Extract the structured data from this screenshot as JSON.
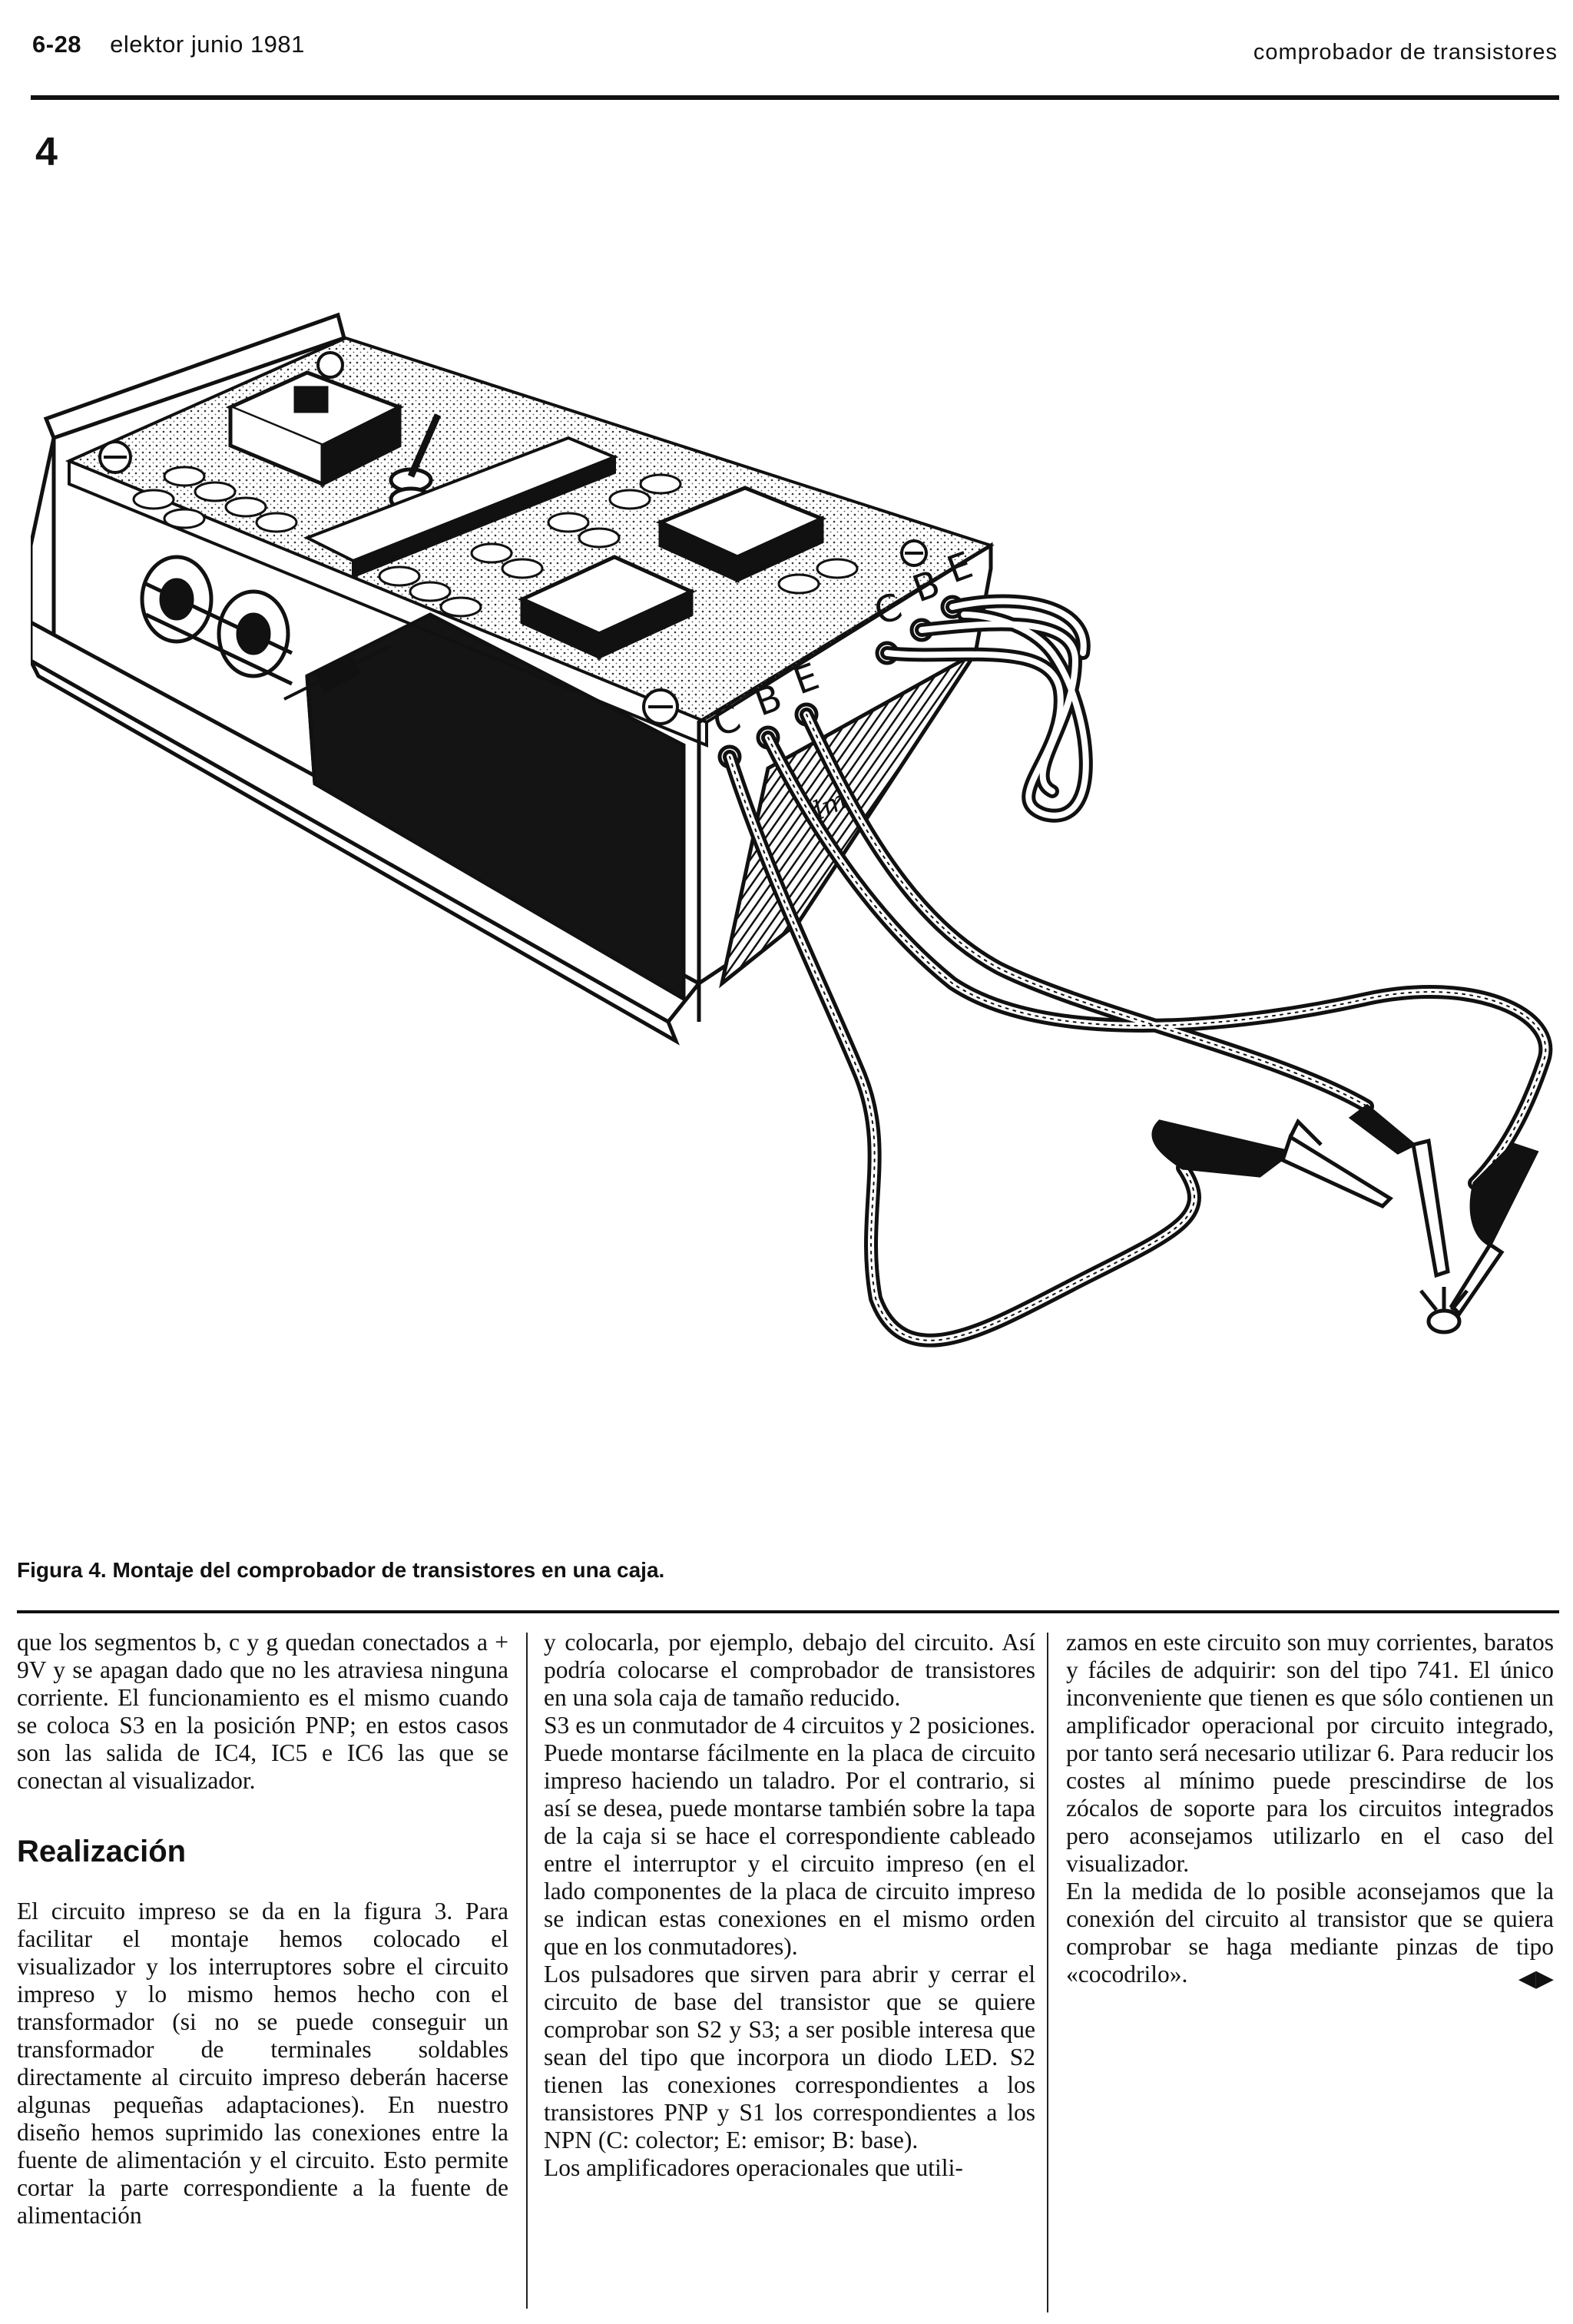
{
  "header": {
    "page_number": "6-28",
    "magazine": "elektor junio 1981",
    "section": "comprobador de transistores"
  },
  "figure": {
    "number": "4",
    "terminal_labels_left": [
      "C",
      "B",
      "E"
    ],
    "terminal_labels_right": [
      "C",
      "B",
      "E"
    ],
    "artist_signature": "lm",
    "caption": "Figura 4. Montaje del comprobador de transistores en una caja."
  },
  "columns": {
    "col1": {
      "p1": "que los segmentos b, c y g quedan conectados a + 9V y se apagan dado que no les atraviesa ninguna corriente. El funcionamiento es el mismo cuando se coloca S3 en la posición PNP; en estos casos son las salida de IC4, IC5 e IC6 las que se conectan al visualizador.",
      "heading": "Realización",
      "p2": "El circuito impreso se da en la figura 3. Para facilitar el montaje hemos colocado el visualizador y los interruptores sobre el circuito impreso y lo mismo hemos hecho con el transformador (si no se puede conseguir un transformador de terminales soldables directamente al circuito impreso deberán hacerse algunas pequeñas adaptaciones). En nuestro diseño hemos suprimido las conexiones entre la fuente de alimentación y el circuito. Esto permite cortar la parte correspondiente a la fuente de alimentación"
    },
    "col2": {
      "p1": "y colocarla, por ejemplo, debajo del circuito. Así podría colocarse el comprobador de transistores en una sola caja de tamaño reducido.",
      "p2": "S3 es un conmutador de 4 circuitos y 2 posiciones. Puede montarse fácilmente en la placa de circuito impreso haciendo un taladro. Por el contrario, si así se desea, puede montarse también sobre la tapa de la caja si se hace el correspondiente cableado entre el interruptor y el circuito impreso (en el lado componentes de la placa de circuito impreso se indican estas conexiones en el mismo orden que en los conmutadores).",
      "p3": "Los pulsadores que sirven para abrir y cerrar el circuito de base del transistor que se quiere comprobar son S2 y S3; a ser posible interesa que sean del tipo que incorpora un diodo LED. S2 tienen las conexiones correspondientes a los transistores PNP y S1 los correspondientes a los NPN (C: colector; E: emisor; B: base).",
      "p4": "Los amplificadores operacionales que utili-"
    },
    "col3": {
      "p1": "zamos en este circuito son muy corrientes, baratos y fáciles de adquirir: son del tipo 741. El único inconveniente que tienen es que sólo contienen un amplificador operacional por circuito integrado, por tanto será necesario utilizar 6. Para reducir los costes al mínimo puede prescindirse de los zócalos de soporte para los circuitos integrados pero aconsejamos utilizarlo en el caso del visualizador.",
      "p2": "En la medida de lo posible aconsejamos que la conexión del circuito al transistor que se quiera comprobar se haga mediante pinzas de tipo «cocodrilo».",
      "end_mark": "◀▶"
    }
  }
}
